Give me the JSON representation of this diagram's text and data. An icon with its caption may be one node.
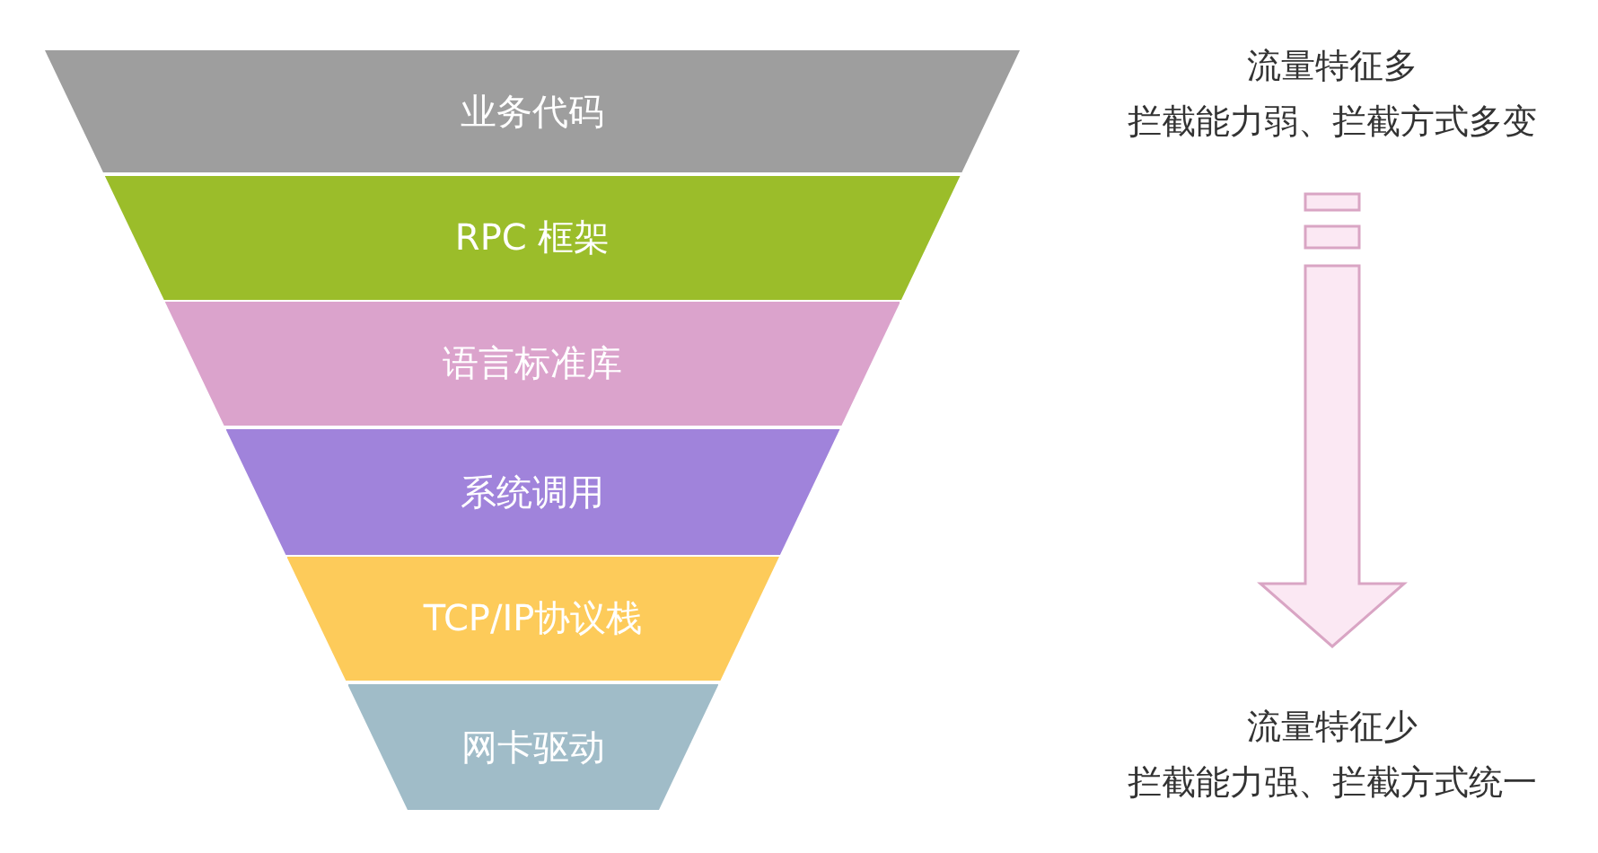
{
  "diagram": {
    "nodes": [
      {
        "text": [
          "业务代码"
        ]
      },
      {
        "text": [
          "RPC 框架"
        ]
      },
      {
        "text": [
          "语言标准库"
        ]
      },
      {
        "text": [
          "系统调用"
        ]
      },
      {
        "text": [
          "TCP/IP协议栈"
        ]
      },
      {
        "text": [
          "网卡驱动"
        ]
      },
      {
        "text": [
          "流量特征多",
          "拦截能力弱、拦截方式多变"
        ]
      },
      {
        "text": [
          "流量特征少",
          "拦截能力强、拦截方式统一"
        ]
      }
    ],
    "edges": [
      {
        "from": 6,
        "to": 7,
        "arrow": "to"
      }
    ]
  }
}
